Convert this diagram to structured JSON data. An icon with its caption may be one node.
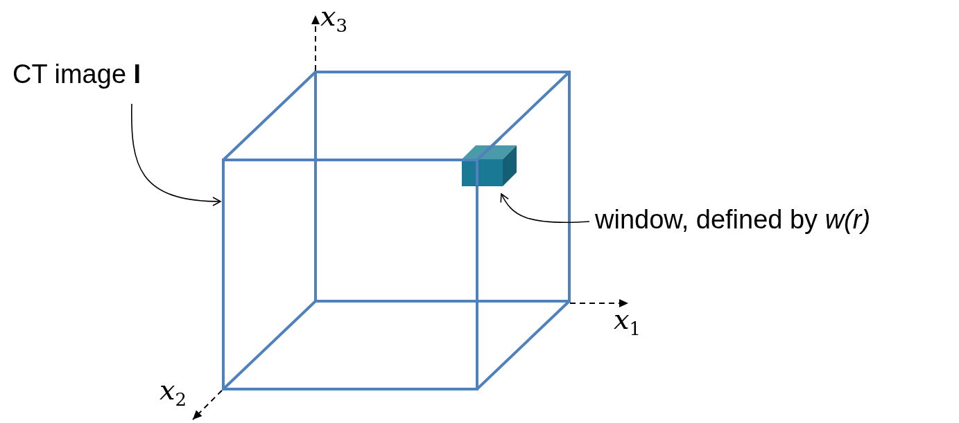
{
  "diagram": {
    "nodes": [
      {
        "text": [
          "CT image **I**"
        ]
      },
      {
        "text": [],
        "shape": "picture"
      },
      {
        "text": [],
        "shape": "picture",
        "in": 1
      },
      {
        "text": [
          "window, defined by *w(r)*"
        ]
      }
    ],
    "edges": [
      {
        "from": 0,
        "to": 1,
        "arrow": "to"
      },
      {
        "from": 3,
        "to": 2,
        "arrow": "to"
      }
    ],
    "labels": [
      "*x*$_{3}$",
      "*x*$_{1}$",
      "*x*$_{2}$"
    ]
  }
}
